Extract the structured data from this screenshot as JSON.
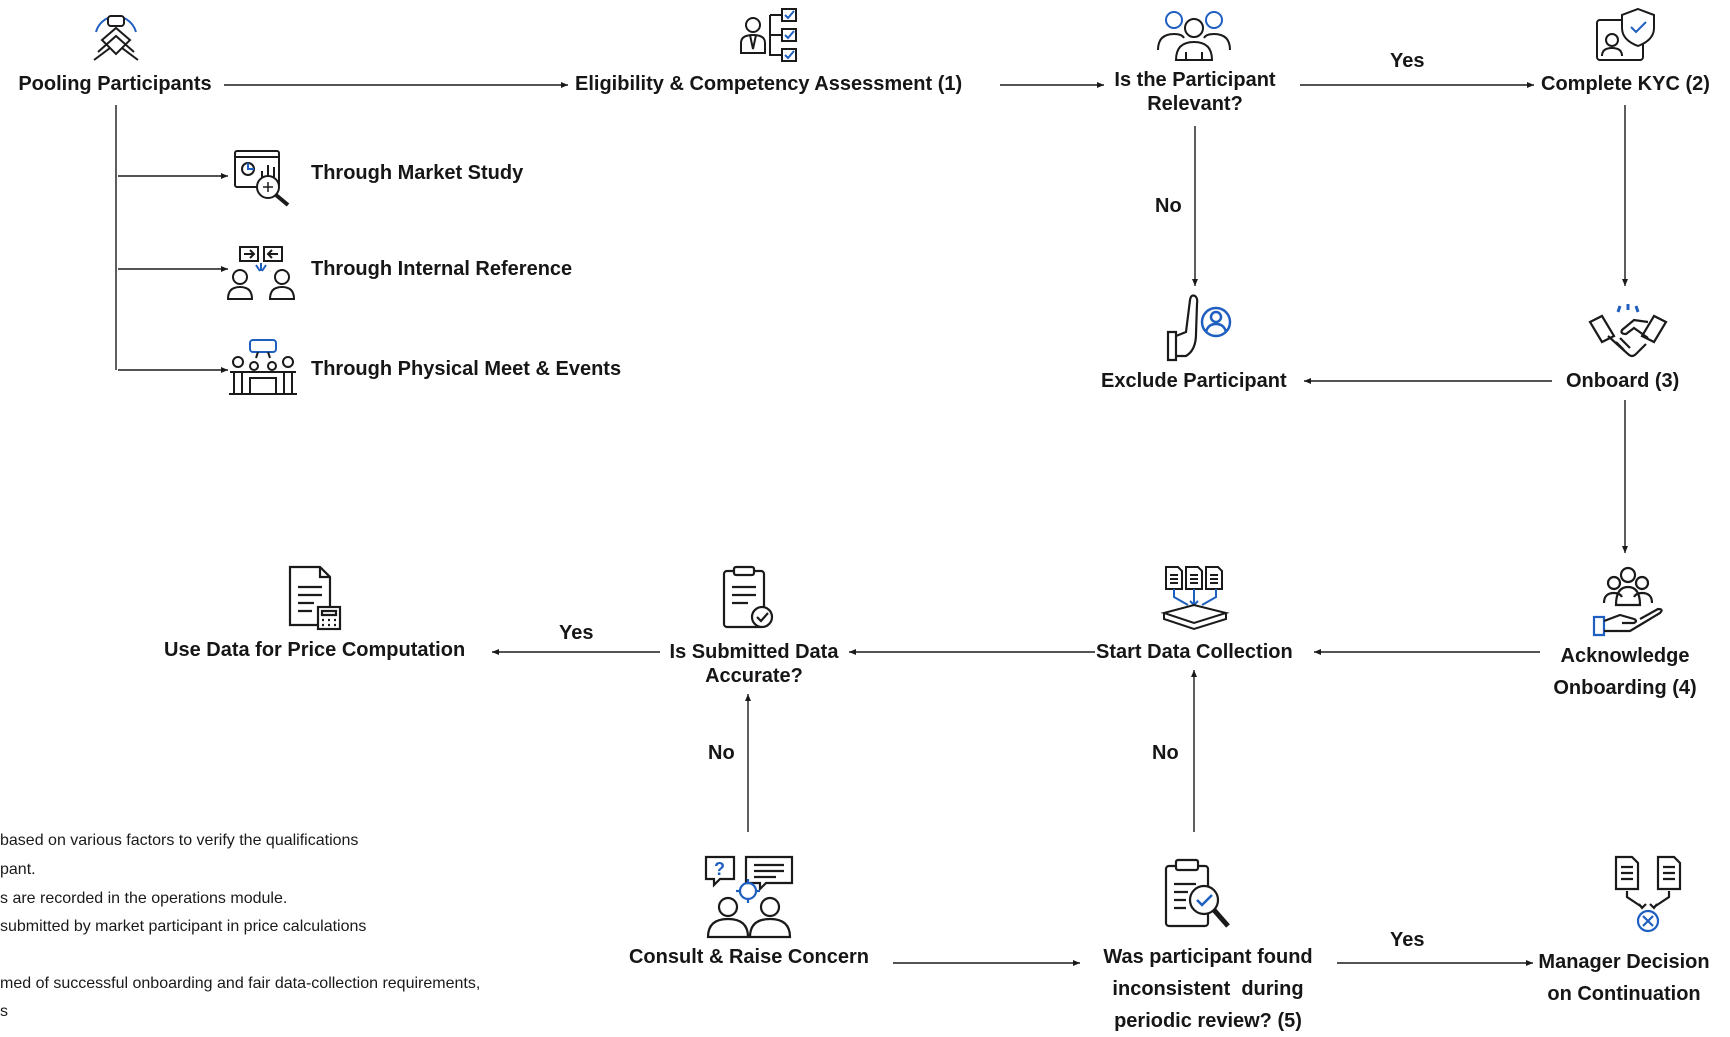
{
  "nodes": {
    "pooling": "Pooling Participants",
    "eligibility": "Eligibility & Competency Assessment (1)",
    "relevant": [
      "Is the Participant",
      "Relevant?"
    ],
    "kyc": "Complete KYC (2)",
    "market_study": "Through Market Study",
    "internal_ref": "Through Internal Reference",
    "physical_meet": "Through Physical Meet & Events",
    "exclude": "Exclude Participant",
    "onboard": "Onboard (3)",
    "acknowledge": [
      "Acknowledge",
      "Onboarding (4)"
    ],
    "start_collection": "Start Data Collection",
    "accurate": [
      "Is Submitted Data",
      "Accurate?"
    ],
    "use_data": "Use Data for Price Computation",
    "consult": "Consult & Raise Concern",
    "inconsistent": [
      "Was participant found",
      "inconsistent  during",
      "periodic review? (5)"
    ],
    "manager": [
      "Manager Decision",
      "on Continuation"
    ]
  },
  "edge_labels": {
    "relevant_yes": "Yes",
    "relevant_no": "No",
    "accurate_yes": "Yes",
    "accurate_no": "No",
    "inconsistent_no": "No",
    "inconsistent_yes": "Yes"
  },
  "footnotes": [
    "based on various factors to verify the qualifications",
    "pant.",
    "s are recorded in the operations module.",
    "submitted by market participant in price calculations",
    "med of successful onboarding and fair data-collection requirements,",
    "s"
  ],
  "colors": {
    "ink": "#1a1a1a",
    "accent": "#1f5fbf"
  },
  "icons": [
    "pooling-hands-icon",
    "checklist-person-icon",
    "group-people-icon",
    "kyc-shield-icon",
    "market-study-icon",
    "internal-reference-icon",
    "meeting-icon",
    "exclude-hand-icon",
    "handshake-icon",
    "acknowledge-hand-icon",
    "data-collection-icon",
    "clipboard-check-icon",
    "price-document-icon",
    "consult-concern-icon",
    "review-clipboard-icon",
    "manager-decision-icon"
  ]
}
